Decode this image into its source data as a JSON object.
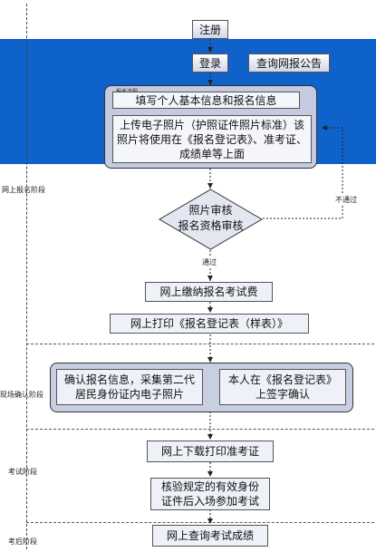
{
  "stages": {
    "online": "网上报名阶段",
    "onsite": "现场确认阶段",
    "exam": "考试阶段",
    "post": "考后阶段"
  },
  "nodes": {
    "register": "注册",
    "login": "登录",
    "announce": "查询网报公告",
    "container_label": "报名流程",
    "fill_info": "填写个人基本信息和报名信息",
    "upload_photo": "上传电子照片（护照证件照片标准）该照片将使用在《报名登记表》、准考证、成绩单等上面",
    "review_line1": "照片审核",
    "review_line2": "报名资格审核",
    "pay": "网上缴纳报名考试费",
    "print_form": "网上打印《报名登记表（样表）》",
    "confirm_info": "确认报名信息，采集第二代居民身份证内电子照片",
    "sign_confirm": "本人在《报名登记表》上签字确认",
    "download_ticket": "网上下载打印准考证",
    "verify_id": "核验规定的有效身份证件后入场参加考试",
    "query_score": "网上查询考试成绩"
  },
  "edges": {
    "pass": "通过",
    "fail": "不通过"
  },
  "colors": {
    "band": "#0f62c9",
    "box_fill": "#eef1f8",
    "container_fill": "#c4cbe0"
  }
}
